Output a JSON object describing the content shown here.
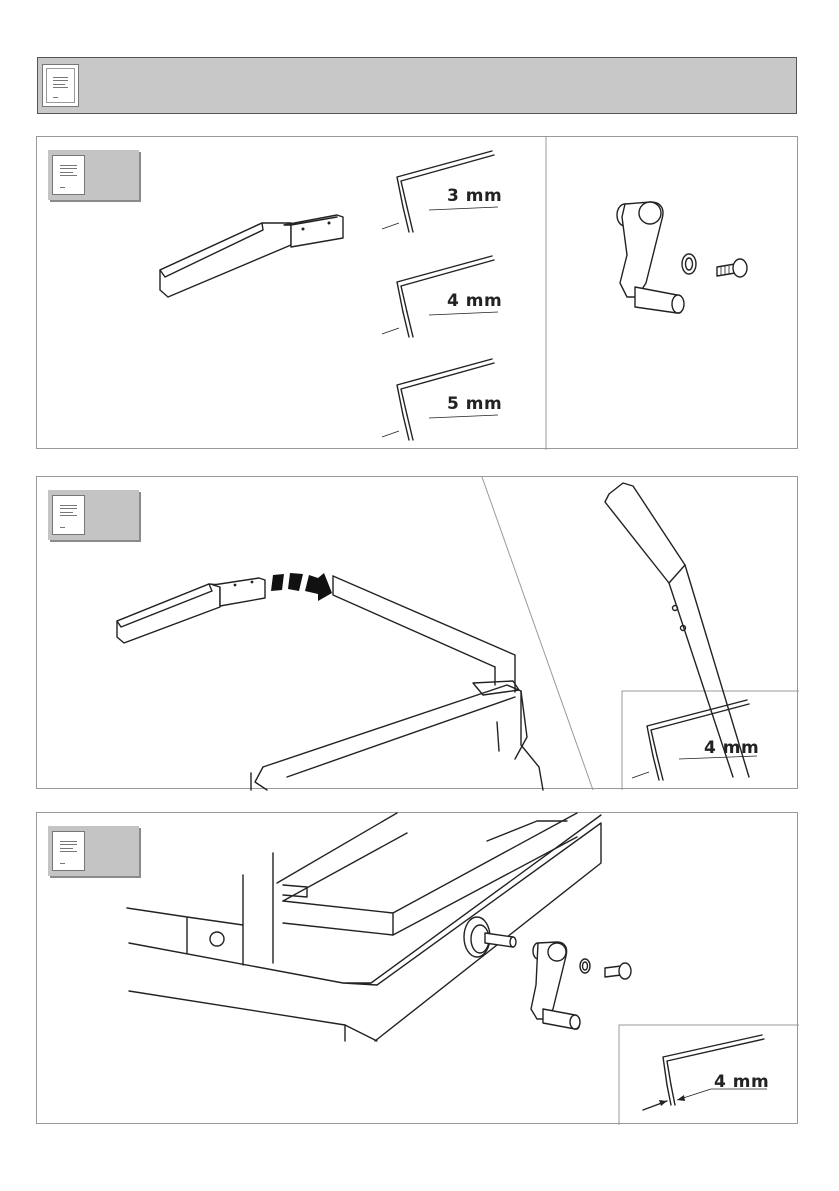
{
  "header": {
    "icon": "manual-doc-icon"
  },
  "panels": [
    {
      "icon": "manual-doc-icon",
      "tools": [
        {
          "size_label": "3 mm",
          "icon": "hex-key-icon"
        },
        {
          "size_label": "4 mm",
          "icon": "hex-key-icon"
        },
        {
          "size_label": "5 mm",
          "icon": "hex-key-icon"
        }
      ],
      "parts": [
        "lever-extension-icon",
        "crank-handle-icon",
        "washer-icon",
        "screw-icon"
      ]
    },
    {
      "icon": "manual-doc-icon",
      "tool": {
        "size_label": "4 mm",
        "icon": "hex-key-icon"
      },
      "parts": [
        "lever-extension-icon",
        "insert-arrow-icon",
        "cutter-arm-icon"
      ]
    },
    {
      "icon": "manual-doc-icon",
      "tool": {
        "size_label": "4 mm",
        "icon": "hex-key-icon"
      },
      "parts": [
        "cutter-base-icon",
        "crank-handle-icon",
        "washer-icon",
        "screw-icon"
      ]
    }
  ]
}
